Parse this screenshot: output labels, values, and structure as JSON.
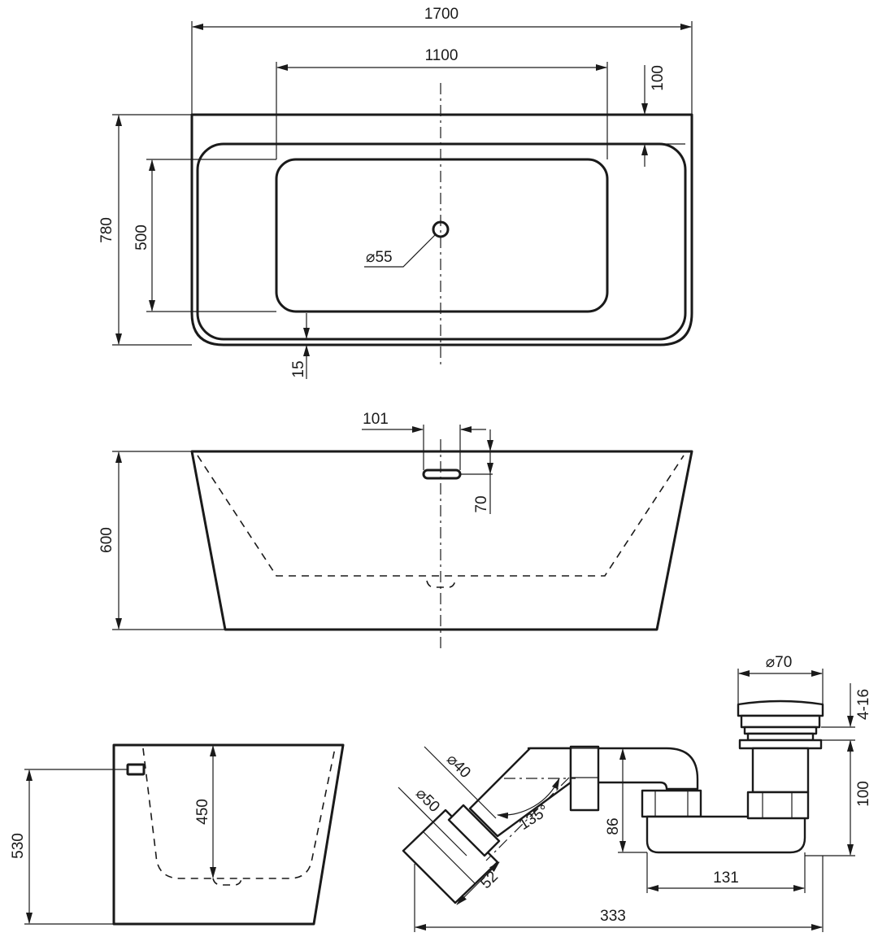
{
  "dimensions": {
    "top_length": "1700",
    "top_inner_length": "1100",
    "top_rim": "100",
    "top_width": "780",
    "top_inner_width": "500",
    "top_bottom_rim": "15",
    "drain_diameter": "⌀55",
    "front_overflow_width": "101",
    "front_overflow_depth": "70",
    "front_height": "600",
    "side_inner_depth": "450",
    "side_height": "530",
    "siphon_head_diameter": "⌀70",
    "siphon_head_adjust": "4-16",
    "siphon_height": "100",
    "siphon_pipe_d40": "⌀40",
    "siphon_pipe_d50": "⌀50",
    "siphon_angle": "135°",
    "siphon_outlet_height": "86",
    "siphon_offset": "131",
    "siphon_outlet_length": "52",
    "siphon_total_length": "333"
  }
}
